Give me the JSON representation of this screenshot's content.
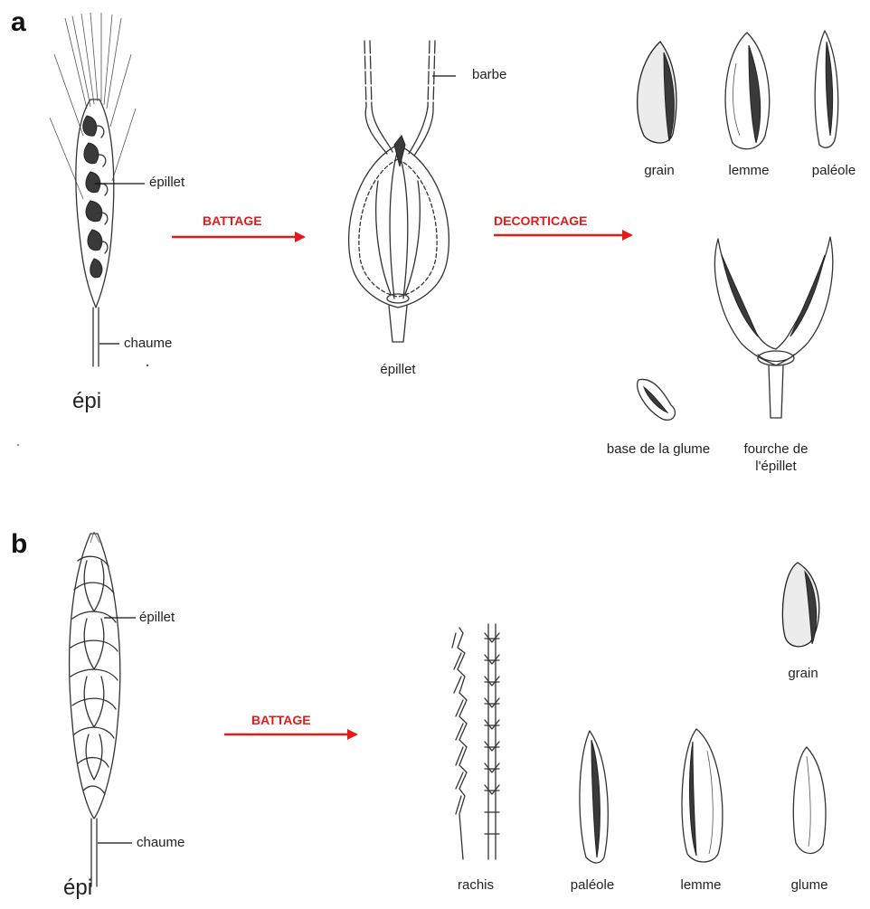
{
  "panels": {
    "a": "a",
    "b": "b"
  },
  "colors": {
    "arrow": "#e21b1b",
    "ink": "#222222"
  },
  "section_a": {
    "ear_title": "épi",
    "ear_spikelet_label": "épillet",
    "ear_stem_label": "chaume",
    "arrow1_label": "BATTAGE",
    "spikelet_awn_label": "barbe",
    "spikelet_label": "épillet",
    "arrow2_label": "DECORTICAGE",
    "grain_label": "grain",
    "lemma_label": "lemme",
    "palea_label": "paléole",
    "glume_base_label": "base de la glume",
    "spikelet_fork_label": "fourche de l'épillet"
  },
  "section_b": {
    "ear_title": "épi",
    "ear_spikelet_label": "épillet",
    "ear_stem_label": "chaume",
    "arrow_label": "BATTAGE",
    "grain_label": "grain",
    "rachis_label": "rachis",
    "palea_label": "paléole",
    "lemma_label": "lemme",
    "glume_label": "glume"
  }
}
